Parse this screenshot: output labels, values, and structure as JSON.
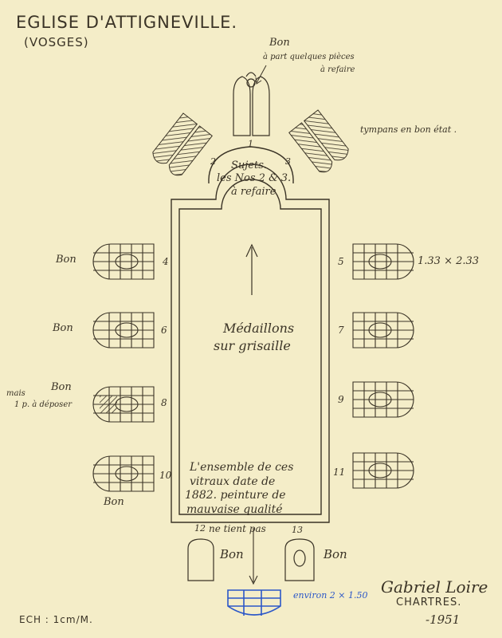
{
  "header": {
    "title": "EGLISE D'ATTIGNEVILLE.",
    "subtitle": "(VOSGES)"
  },
  "notes": {
    "top_note": [
      "Bon",
      "à part quelques pièces",
      "à refaire"
    ],
    "tympans": "tympans en bon état .",
    "apse_note": [
      "Sujets.",
      "les Nos 2 & 3.",
      "à refaire"
    ],
    "nave_center": [
      "Médaillons",
      "sur grisaille"
    ],
    "nave_bottom": [
      "L'ensemble de ces",
      "vitraux date de",
      "1882. peinture de",
      "mauvaise qualité"
    ],
    "dims_right": "1.33 × 2.33",
    "lower_left": [
      "mais",
      "1 p. à déposer"
    ],
    "ne_tient_pas": "ne tient pas",
    "blue_dims": "environ 2 × 1.50"
  },
  "window_numbers": [
    "1",
    "2",
    "3",
    "4",
    "5",
    "6",
    "7",
    "8",
    "9",
    "10",
    "11",
    "12",
    "13"
  ],
  "bon_labels": [
    "Bon",
    "Bon",
    "Bon",
    "Bon",
    "Bon",
    "Bon"
  ],
  "footer": {
    "scale": "ECH : 1cm/M.",
    "signature": "Gabriel Loire",
    "city": "CHARTRES.",
    "year": "-1951"
  },
  "colors": {
    "paper": "#f4edc8",
    "ink": "#3a3326",
    "blue_ink": "#2b57c8"
  }
}
